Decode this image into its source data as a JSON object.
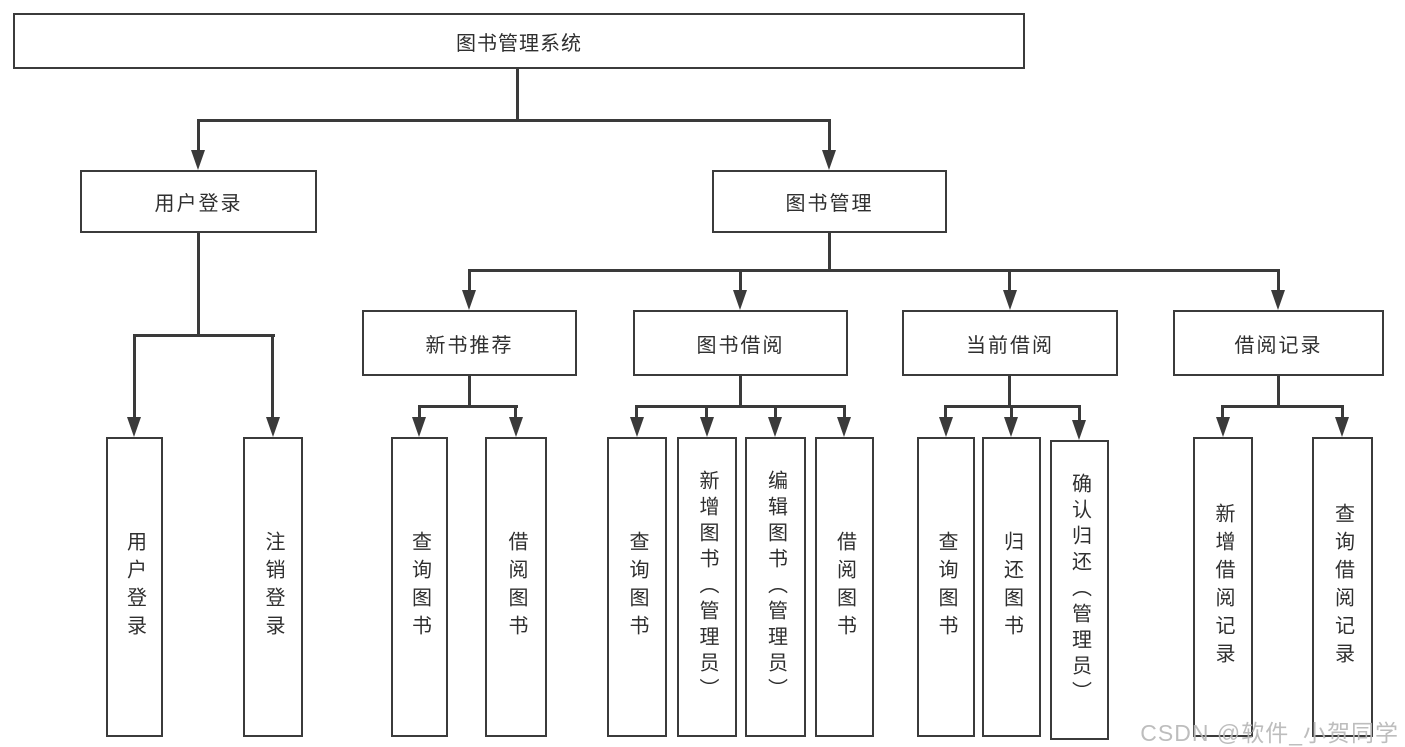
{
  "tree": {
    "root": "图书管理系统",
    "branches": [
      {
        "label": "用户登录",
        "children": [
          "用户登录",
          "注销登录"
        ]
      },
      {
        "label": "图书管理",
        "sections": [
          {
            "label": "新书推荐",
            "children": [
              "查询图书",
              "借阅图书"
            ]
          },
          {
            "label": "图书借阅",
            "children": [
              "查询图书",
              "新增图书（管理员）",
              "编辑图书（管理员）",
              "借阅图书"
            ]
          },
          {
            "label": "当前借阅",
            "children": [
              "查询图书",
              "归还图书",
              "确认归还（管理员）"
            ]
          },
          {
            "label": "借阅记录",
            "children": [
              "新增借阅记录",
              "查询借阅记录"
            ]
          }
        ]
      }
    ]
  },
  "watermark": {
    "text": "CSDN @软件_小贺同学"
  },
  "colors": {
    "line": "#3a3a3a",
    "border": "#3b3b3b",
    "text": "#2f2f2f",
    "watermark": "#b7b7b7",
    "background": "#ffffff"
  }
}
